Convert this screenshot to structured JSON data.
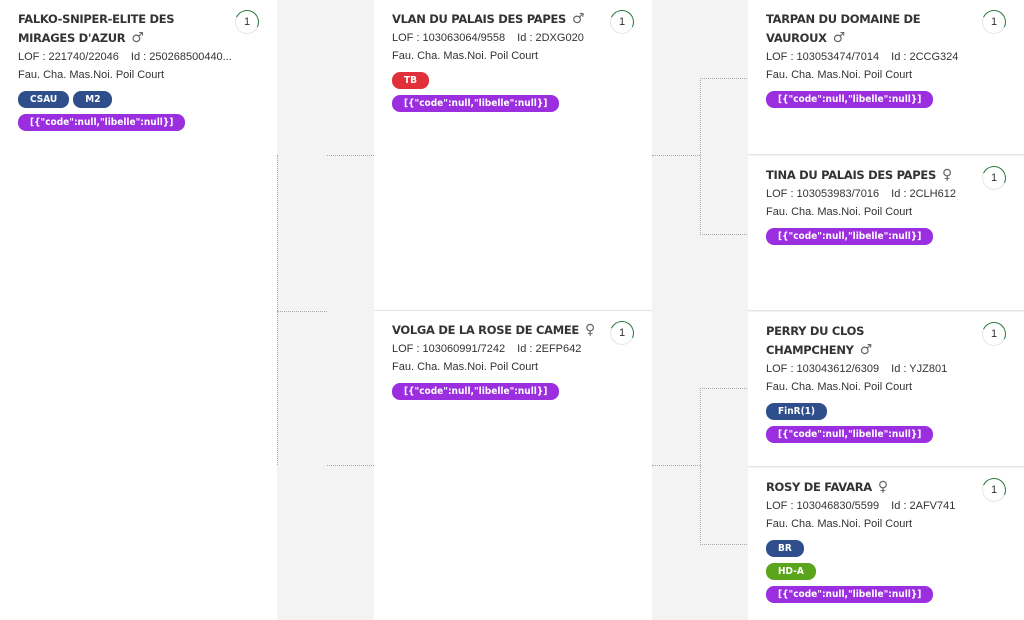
{
  "sire": {
    "name": "FALKO-SNIPER-ELITE DES MIRAGES D'AZUR",
    "sex": "♂",
    "lof": "LOF : 221740/22046",
    "id": "Id : 250268500440...",
    "color": "Fau. Cha. Mas.Noi. Poil Court",
    "badge": "1",
    "tags": [
      "CSAU",
      "M2"
    ],
    "json_tag": "[{\"code\":null,\"libelle\":null}]"
  },
  "father": {
    "name": "VLAN DU PALAIS DES PAPES",
    "sex": "♂",
    "lof": "LOF : 103063064/9558",
    "id": "Id : 2DXG020",
    "color": "Fau. Cha. Mas.Noi. Poil Court",
    "badge": "1",
    "tag_red": "TB",
    "json_tag": "[{\"code\":null,\"libelle\":null}]"
  },
  "mother": {
    "name": "VOLGA DE LA ROSE DE CAMEE",
    "sex": "♀",
    "lof": "LOF : 103060991/7242",
    "id": "Id : 2EFP642",
    "color": "Fau. Cha. Mas.Noi. Poil Court",
    "badge": "1",
    "json_tag": "[{\"code\":null,\"libelle\":null}]"
  },
  "gp1": {
    "name": "TARPAN DU DOMAINE DE VAUROUX",
    "sex": "♂",
    "lof": "LOF : 103053474/7014",
    "id": "Id : 2CCG324",
    "color": "Fau. Cha. Mas.Noi. Poil Court",
    "badge": "1",
    "json_tag": "[{\"code\":null,\"libelle\":null}]"
  },
  "gp2": {
    "name": "TINA DU PALAIS DES PAPES",
    "sex": "♀",
    "lof": "LOF : 103053983/7016",
    "id": "Id : 2CLH612",
    "color": "Fau. Cha. Mas.Noi. Poil Court",
    "badge": "1",
    "json_tag": "[{\"code\":null,\"libelle\":null}]"
  },
  "gp3": {
    "name": "PERRY DU CLOS CHAMPCHENY",
    "sex": "♂",
    "lof": "LOF : 103043612/6309",
    "id": "Id : YJZ801",
    "color": "Fau. Cha. Mas.Noi. Poil Court",
    "badge": "1",
    "tag_blue": "FinR(1)",
    "json_tag": "[{\"code\":null,\"libelle\":null}]"
  },
  "gp4": {
    "name": "ROSY DE FAVARA",
    "sex": "♀",
    "lof": "LOF : 103046830/5599",
    "id": "Id : 2AFV741",
    "color": "Fau. Cha. Mas.Noi. Poil Court",
    "badge": "1",
    "tag_blue": "BR",
    "tag_green": "HD-A",
    "json_tag": "[{\"code\":null,\"libelle\":null}]"
  }
}
